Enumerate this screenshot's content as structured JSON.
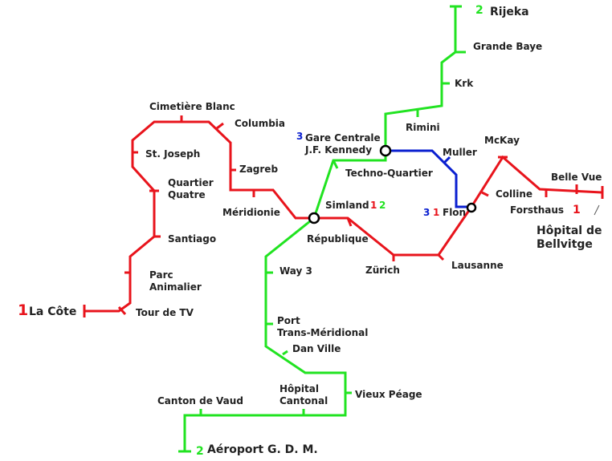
{
  "colors": {
    "line1": "#e8141c",
    "line2": "#21e321",
    "line3": "#0a1fd0",
    "text": "#222222"
  },
  "lines": {
    "l1": "1",
    "l2": "2",
    "l3": "3"
  },
  "stations": {
    "rijeka": "Rijeka",
    "grande_baye": "Grande Baye",
    "krk": "Krk",
    "rimini": "Rimini",
    "gare_centrale_1": "Gare Centrale",
    "gare_centrale_2": "J.F. Kennedy",
    "muller": "Muller",
    "mckay": "McKay",
    "techno": "Techno-Quartier",
    "colline": "Colline",
    "belle_vue": "Belle Vue",
    "forsthaus": "Forsthaus",
    "hopital_bell_1": "Hôpital de",
    "hopital_bell_2": "Bellvitge",
    "flon": "Flon",
    "simland": "Simland",
    "republique": "République",
    "zurich": "Zürich",
    "lausanne": "Lausanne",
    "meridionie": "Méridionie",
    "zagreb": "Zagreb",
    "columbia": "Columbia",
    "cimetiere": "Cimetière Blanc",
    "st_joseph": "St. Joseph",
    "quartier_1": "Quartier",
    "quartier_2": "Quatre",
    "santiago": "Santiago",
    "parc_1": "Parc",
    "parc_2": "Animalier",
    "tour_tv": "Tour de TV",
    "la_cote": "La Côte",
    "way3": "Way 3",
    "port_1": "Port",
    "port_2": "Trans-Méridional",
    "dan_ville": "Dan Ville",
    "vieux_peage": "Vieux Péage",
    "hopital_cant_1": "Hôpital",
    "hopital_cant_2": "Cantonal",
    "canton_vaud": "Canton de Vaud",
    "aeroport": "Aéroport G. D. M."
  }
}
